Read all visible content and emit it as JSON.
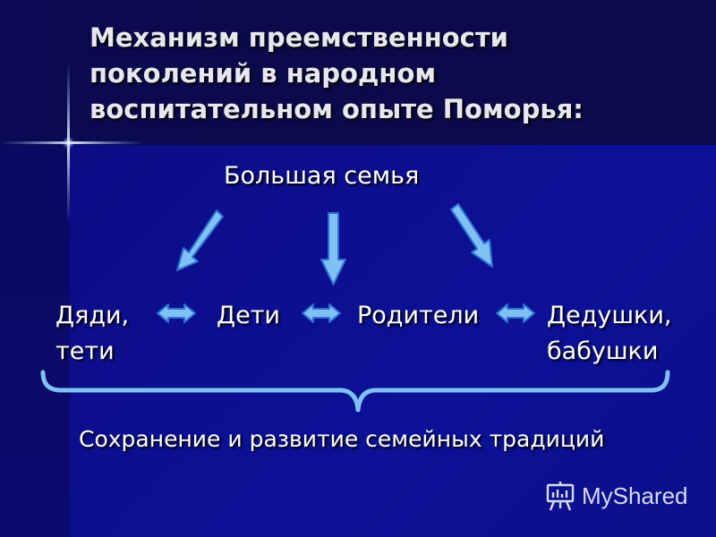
{
  "slide": {
    "title_lines": [
      "Механизм преемственности",
      "поколений в народном",
      "воспитательном опыте Поморья:"
    ],
    "root_node": "Большая семья",
    "nodes": {
      "uncles": [
        "Дяди,",
        "тети"
      ],
      "children": "Дети",
      "parents": "Родители",
      "grandparents": [
        "Дедушки,",
        "бабушки"
      ]
    },
    "conclusion": "Сохранение и развитие семейных традиций"
  },
  "watermark": {
    "text": "MyShared",
    "icon": "presentation-board-icon"
  },
  "colors": {
    "arrow_fill": "#7ec1f2",
    "arrow_stroke": "#2e6fd3",
    "text": "#ffffff",
    "title_text": "#e7e7ef"
  }
}
